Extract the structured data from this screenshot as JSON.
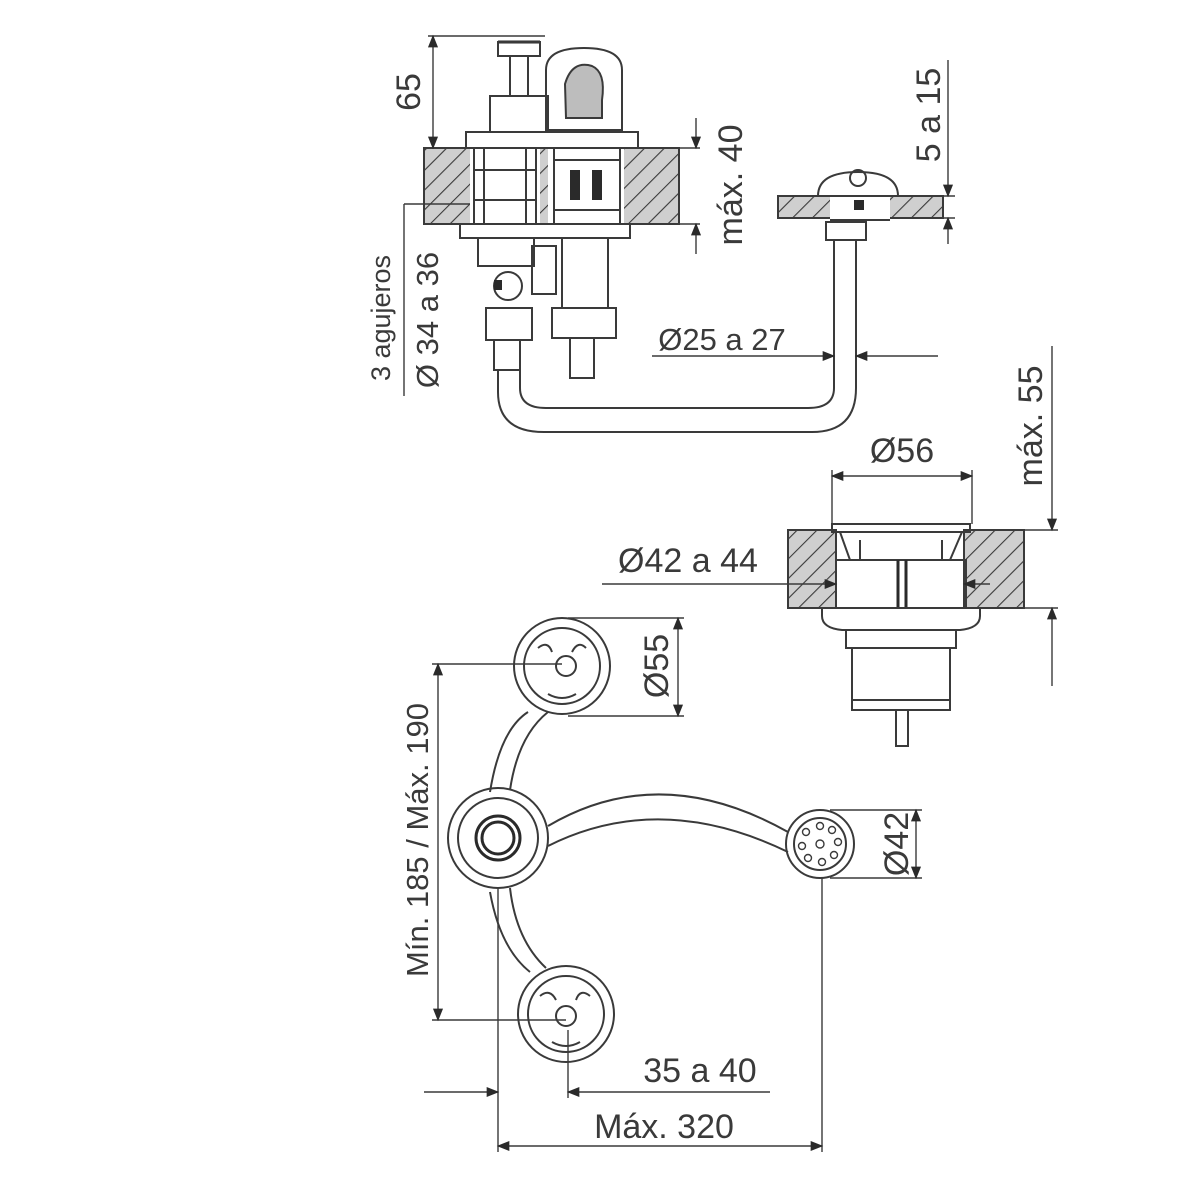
{
  "labels": {
    "height_65": "65",
    "max_40": "máx. 40",
    "range_5_15": "5 a 15",
    "holes_line1": "3 agujeros",
    "holes_line2": "Ø 34 a 36",
    "dia_25_27": "Ø25 a 27",
    "max_55": "máx. 55",
    "dia_56": "Ø56",
    "dia_42_44": "Ø42 a 44",
    "dia_55": "Ø55",
    "dia_42": "Ø42",
    "min_max_span": "Mín. 185 / Máx. 190",
    "range_35_40": "35 a 40",
    "max_320": "Máx. 320"
  }
}
